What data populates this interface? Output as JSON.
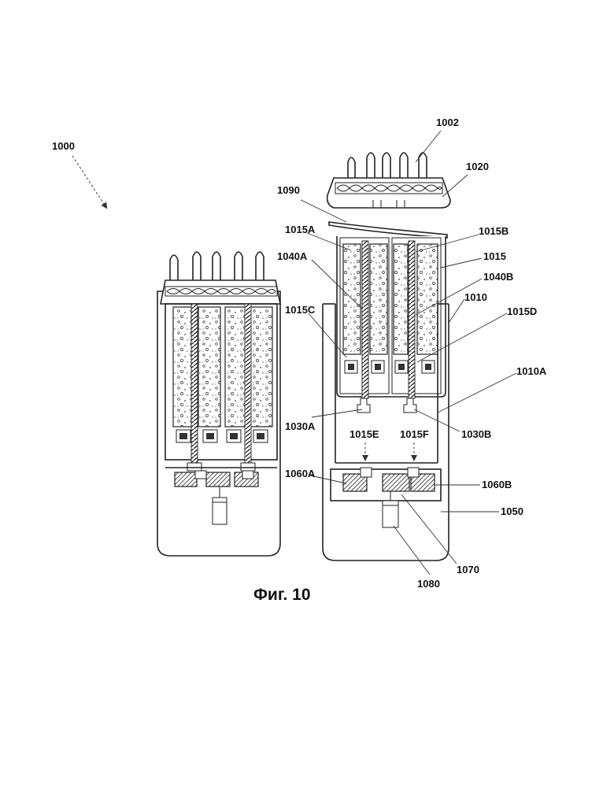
{
  "figure": {
    "caption": "Фиг. 10",
    "labels": {
      "l1000": "1000",
      "l1002": "1002",
      "l1020": "1020",
      "l1090": "1090",
      "l1015A": "1015A",
      "l1015B": "1015B",
      "l1015": "1015",
      "l1040A": "1040A",
      "l1040B": "1040B",
      "l1010": "1010",
      "l1015C": "1015C",
      "l1015D": "1015D",
      "l1010A": "1010A",
      "l1030A": "1030A",
      "l1030B": "1030B",
      "l1015E": "1015E",
      "l1015F": "1015F",
      "l1060A": "1060A",
      "l1060B": "1060B",
      "l1050": "1050",
      "l1070": "1070",
      "l1080": "1080"
    }
  }
}
